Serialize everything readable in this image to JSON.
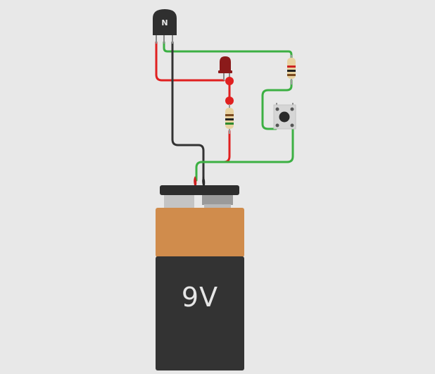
{
  "circuit": {
    "transistor": {
      "label": "N",
      "type": "npn-transistor"
    },
    "led": {
      "color": "#8b1a1a"
    },
    "battery": {
      "label": "9V",
      "cap_color": "#2d2d2d",
      "top_color": "#d08c4c",
      "body_color": "#333333"
    },
    "push_button": {
      "type": "tactile-switch"
    },
    "resistors": [
      {
        "name": "resistor-led",
        "bands": [
          "#7a4a20",
          "#222222",
          "#2e8b2e"
        ]
      },
      {
        "name": "resistor-base",
        "bands": [
          "#cc2222",
          "#222222",
          "#7a4a20"
        ]
      }
    ],
    "wire_colors": {
      "positive": "#e02020",
      "ground": "#333333",
      "signal": "#3cb043"
    }
  }
}
